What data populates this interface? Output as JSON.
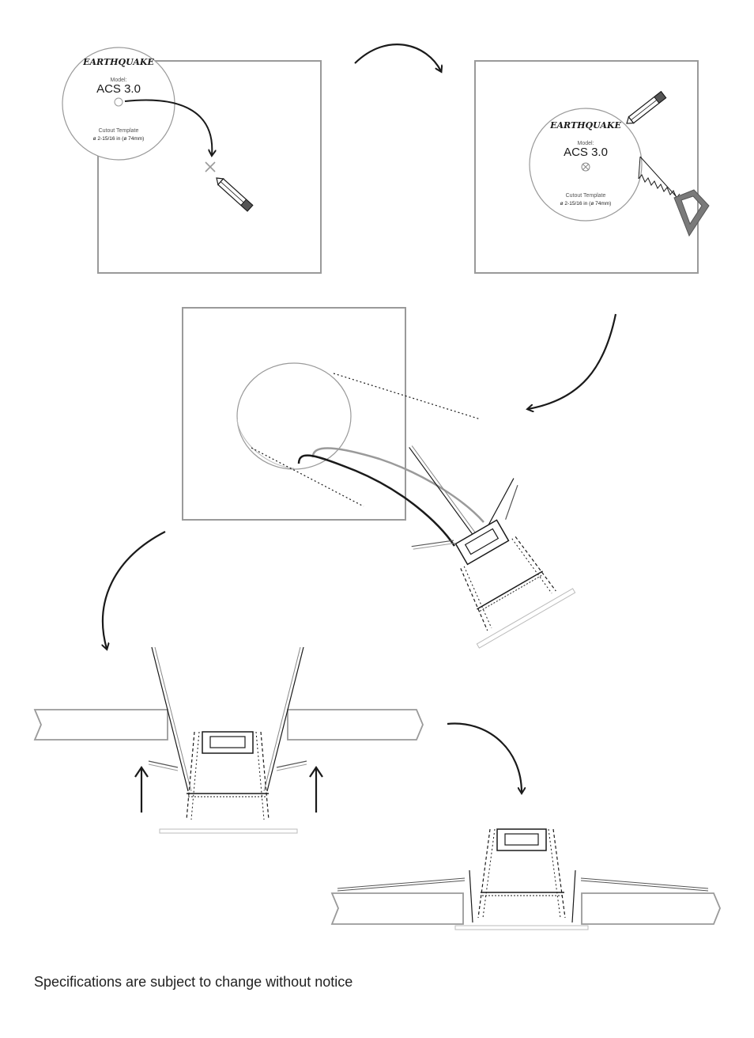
{
  "template": {
    "brand": "EARTHQUAKE",
    "model_label": "Model:",
    "model_name": "ACS 3.0",
    "cutout_label": "Cutout Template",
    "cutout_size": "ø 2-15/16 in (ø 74mm)"
  },
  "footer": {
    "note": "Specifications are subject to change without notice"
  },
  "colors": {
    "panel_stroke": "#9a9a9a",
    "ink": "#1a1a1a",
    "saw": "#7a7a7a",
    "background": "#ffffff"
  },
  "icons": [
    "pencil-icon",
    "saw-icon",
    "cross-mark-icon",
    "step-arrow-icon",
    "up-arrow-icon"
  ]
}
